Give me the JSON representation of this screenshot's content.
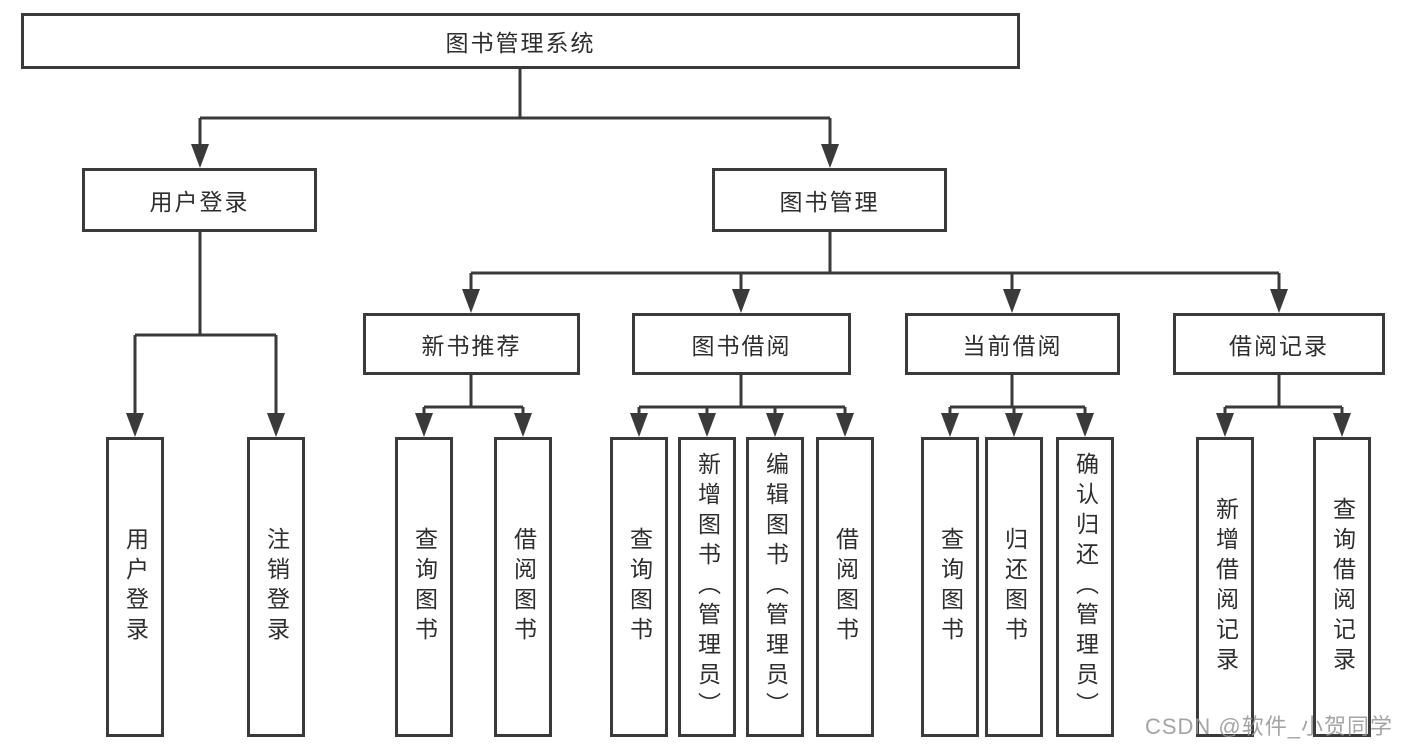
{
  "colors": {
    "line": "#3a3a3a",
    "box_border": "#3a3a3a",
    "text": "#2e2e2e",
    "watermark": "#949494",
    "background": "#ffffff"
  },
  "watermark": {
    "text": "CSDN @软件_小贺同学"
  },
  "tree": {
    "root": {
      "label": "图书管理系统"
    },
    "branches": [
      {
        "label": "用户登录",
        "children": [
          {
            "label": "用户登录"
          },
          {
            "label": "注销登录"
          }
        ]
      },
      {
        "label": "图书管理",
        "children": [
          {
            "label": "新书推荐",
            "children": [
              {
                "label": "查询图书"
              },
              {
                "label": "借阅图书"
              }
            ]
          },
          {
            "label": "图书借阅",
            "children": [
              {
                "label": "查询图书"
              },
              {
                "label": "新增图书（管理员）"
              },
              {
                "label": "编辑图书（管理员）"
              },
              {
                "label": "借阅图书"
              }
            ]
          },
          {
            "label": "当前借阅",
            "children": [
              {
                "label": "查询图书"
              },
              {
                "label": "归还图书"
              },
              {
                "label": "确认归还（管理员）"
              }
            ]
          },
          {
            "label": "借阅记录",
            "children": [
              {
                "label": "新增借阅记录"
              },
              {
                "label": "查询借阅记录"
              }
            ]
          }
        ]
      }
    ]
  }
}
